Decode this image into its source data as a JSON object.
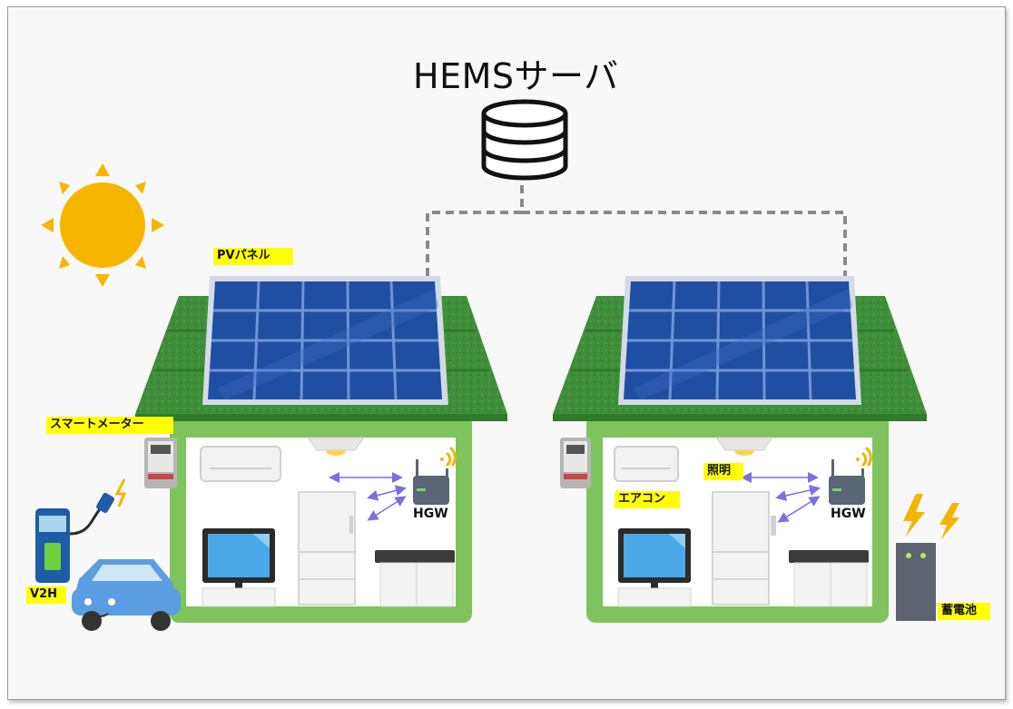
{
  "title": "HEMSサーバ",
  "labels": {
    "pv_panel": "PVパネル",
    "smart_meter": "スマートメーター",
    "v2h": "V2H",
    "hgw_left": "HGW",
    "hgw_right": "HGW",
    "lighting": "照明",
    "aircon": "エアコン",
    "storage_battery": "蓄電池"
  },
  "colors": {
    "label_highlight": "#ffff00",
    "roof": "#3f8f3a",
    "wall": "#7ec35c",
    "solar_panel": "#1f4fa3",
    "sun": "#f8b500",
    "link_arrow": "#7b6fe6",
    "network_line": "#8a8a8a"
  },
  "icons": [
    "database-icon",
    "sun-icon",
    "solar-panel-icon",
    "smart-meter-icon",
    "router-icon",
    "wifi-icon",
    "air-conditioner-icon",
    "tv-icon",
    "refrigerator-icon",
    "stove-icon",
    "ceiling-light-icon",
    "ev-charger-icon",
    "car-icon",
    "battery-icon",
    "lightning-icon"
  ]
}
